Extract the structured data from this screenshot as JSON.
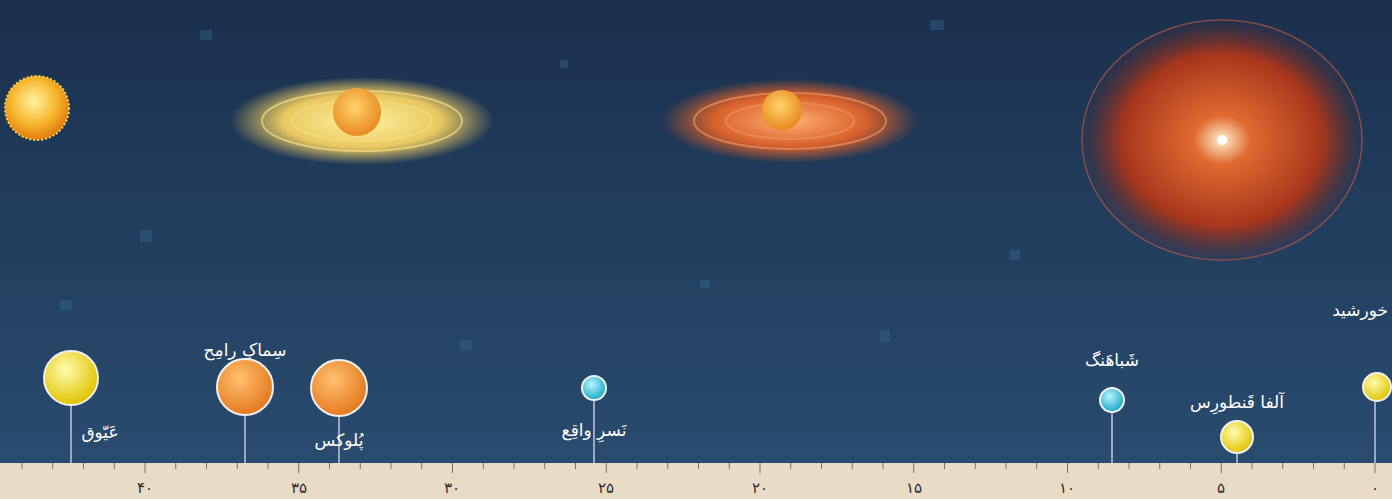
{
  "diagram": {
    "labels": [
      "خورشید",
      "آلفا قَنطورِس",
      "شَباهَنگ",
      "نَسرِ واقِع",
      "پُلوکس",
      "سِماکِ رامِح",
      "عَیّوق",
      "۰",
      "۵",
      "۱۰",
      "۱۵",
      "۲۰",
      "۲۵",
      "۳۰",
      "۳۵",
      "۴۰"
    ]
  }
}
